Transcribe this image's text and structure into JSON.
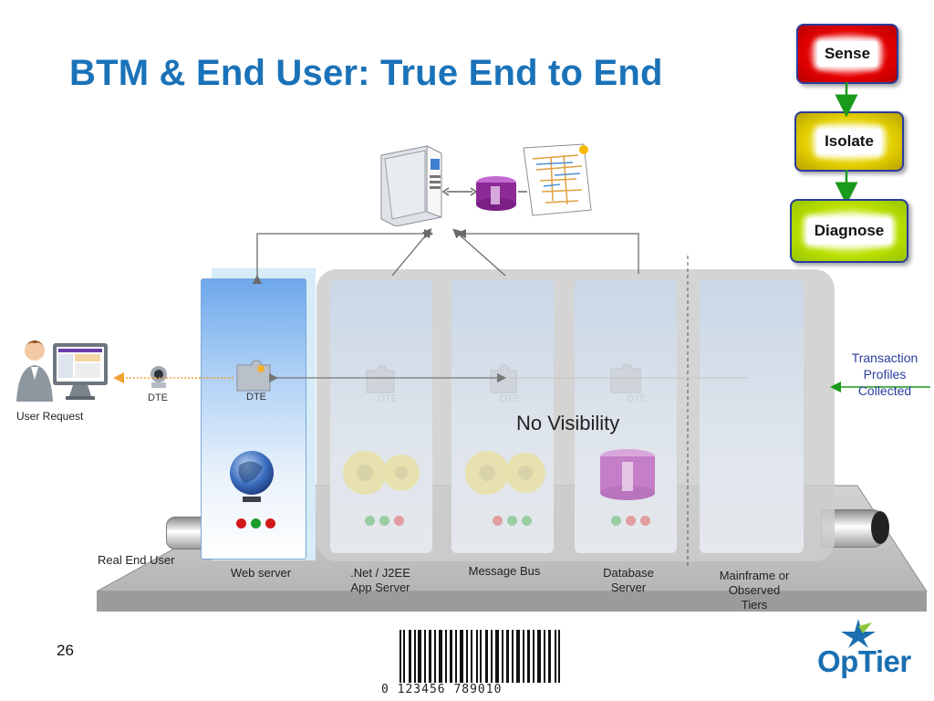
{
  "slide": {
    "title": "BTM & End User: True End to End",
    "number": "26"
  },
  "steps": [
    {
      "label": "Sense",
      "color": "#e30000"
    },
    {
      "label": "Isolate",
      "color": "#e3cf00"
    },
    {
      "label": "Diagnose",
      "color": "#b9e000"
    }
  ],
  "tiers": {
    "web": {
      "label": "Web server",
      "dte": "DTE"
    },
    "app": {
      "label_line1": ".Net / J2EE",
      "label_line2": "App Server",
      "dte": "DTE"
    },
    "msg": {
      "label": "Message Bus",
      "dte": "DTE"
    },
    "db": {
      "label_line1": "Database",
      "label_line2": "Server",
      "dte": "DTE"
    },
    "mf": {
      "label_line1": "Mainframe or",
      "label_line2": "Observed",
      "label_line3": "Tiers"
    }
  },
  "user": {
    "request_label": "User Request",
    "dte": "DTE",
    "real_end_user": "Real End User"
  },
  "no_visibility": "No Visibility",
  "transaction_profiles": {
    "line1": "Transaction",
    "line2": "Profiles",
    "line3": "Collected"
  },
  "barcode_digits": "0  123456  789010",
  "logo_text": "OpTier",
  "colors": {
    "title": "#1a72b8",
    "accent_blue": "#2a3f9e",
    "status_red": "#d21a1a",
    "status_green": "#1c9a2a"
  }
}
